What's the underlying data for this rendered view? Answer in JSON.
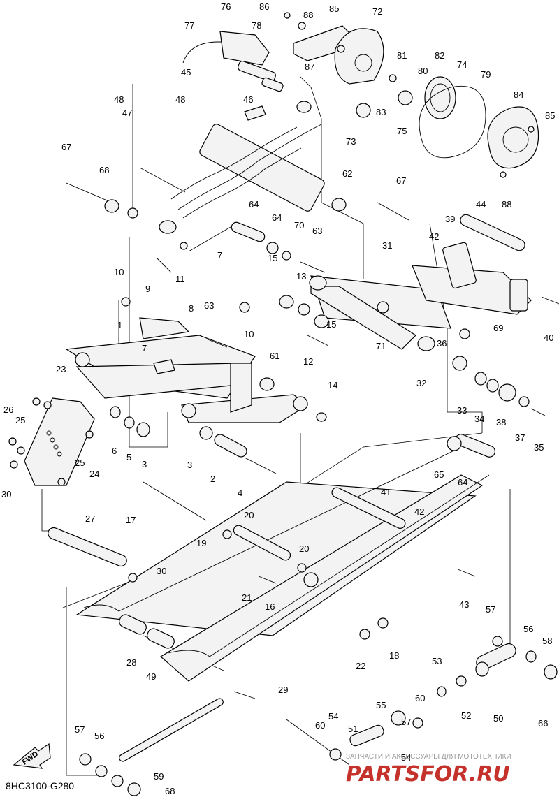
{
  "diagram_code": "8HC3100-G280",
  "fwd_label": "FWD",
  "watermark_text": "ЗАПЧАСТИ И АКСЕССУАРЫ ДЛЯ МОТОТЕХНИКИ",
  "brand_text": "PARTSFOR.RU",
  "callouts": [
    "1",
    "2",
    "3",
    "3",
    "4",
    "5",
    "6",
    "7",
    "7",
    "8",
    "9",
    "10",
    "10",
    "11",
    "12",
    "13",
    "14",
    "15",
    "15",
    "16",
    "17",
    "18",
    "19",
    "20",
    "20",
    "21",
    "22",
    "23",
    "24",
    "25",
    "25",
    "26",
    "27",
    "28",
    "29",
    "30",
    "30",
    "31",
    "32",
    "33",
    "34",
    "35",
    "36",
    "37",
    "38",
    "39",
    "40",
    "41",
    "42",
    "42",
    "43",
    "44",
    "45",
    "46",
    "47",
    "48",
    "48",
    "49",
    "50",
    "51",
    "52",
    "53",
    "54",
    "54",
    "55",
    "56",
    "56",
    "57",
    "57",
    "57",
    "58",
    "59",
    "60",
    "60",
    "61",
    "62",
    "63",
    "63",
    "64",
    "64",
    "64",
    "65",
    "66",
    "67",
    "67",
    "68",
    "68",
    "69",
    "70",
    "71",
    "72",
    "73",
    "74",
    "75",
    "76",
    "77",
    "78",
    "79",
    "80",
    "81",
    "82",
    "83",
    "84",
    "85",
    "85",
    "86",
    "87",
    "88",
    "88"
  ]
}
